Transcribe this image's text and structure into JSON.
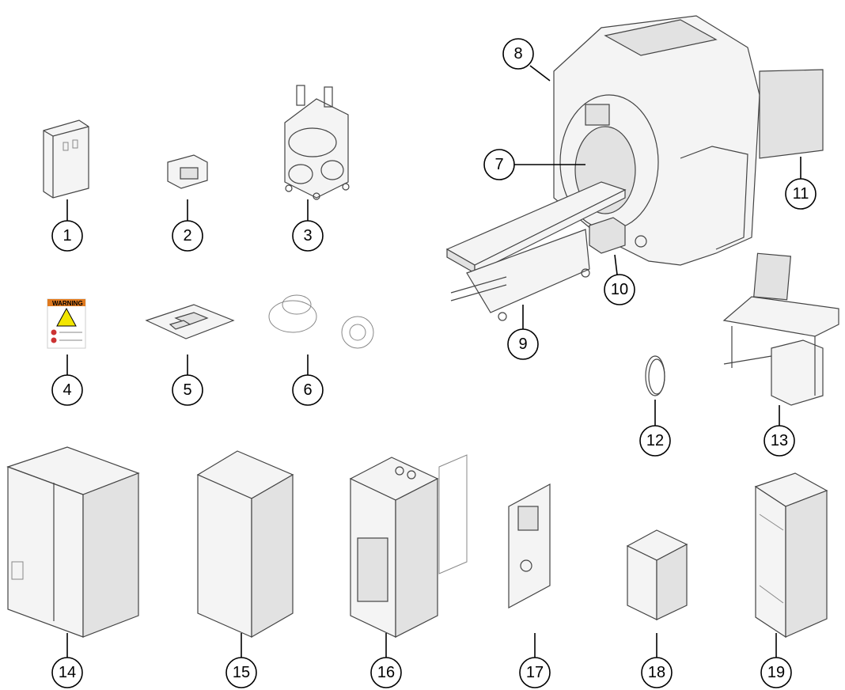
{
  "callouts": [
    "1",
    "2",
    "3",
    "4",
    "5",
    "6",
    "7",
    "8",
    "9",
    "10",
    "11",
    "12",
    "13",
    "14",
    "15",
    "16",
    "17",
    "18",
    "19"
  ],
  "warning_label": {
    "heading": "WARNING",
    "header_color": "#e07a1f",
    "symbol_color": "#f2e600"
  }
}
